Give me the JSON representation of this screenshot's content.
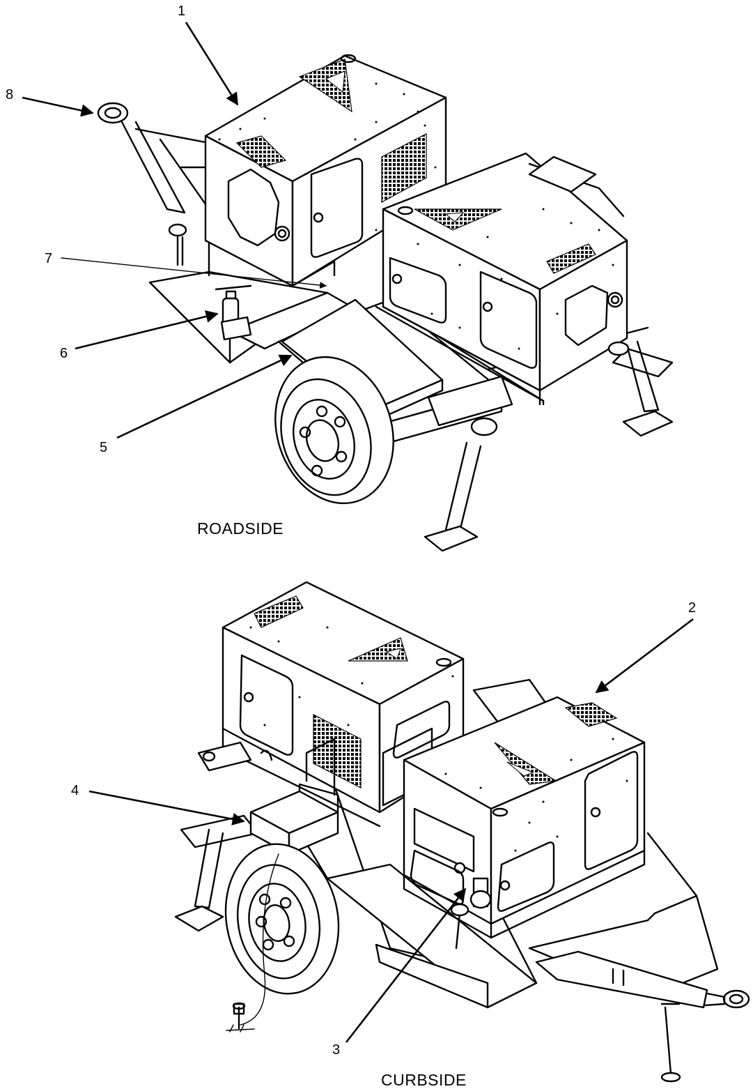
{
  "views": {
    "top_title": "ROADSIDE",
    "bottom_title": "CURBSIDE"
  },
  "callouts": [
    {
      "id": "1",
      "label": "1"
    },
    {
      "id": "2",
      "label": "2"
    },
    {
      "id": "3",
      "label": "3"
    },
    {
      "id": "4",
      "label": "4"
    },
    {
      "id": "5",
      "label": "5"
    },
    {
      "id": "6",
      "label": "6"
    },
    {
      "id": "7",
      "label": "7"
    },
    {
      "id": "8",
      "label": "8"
    }
  ]
}
